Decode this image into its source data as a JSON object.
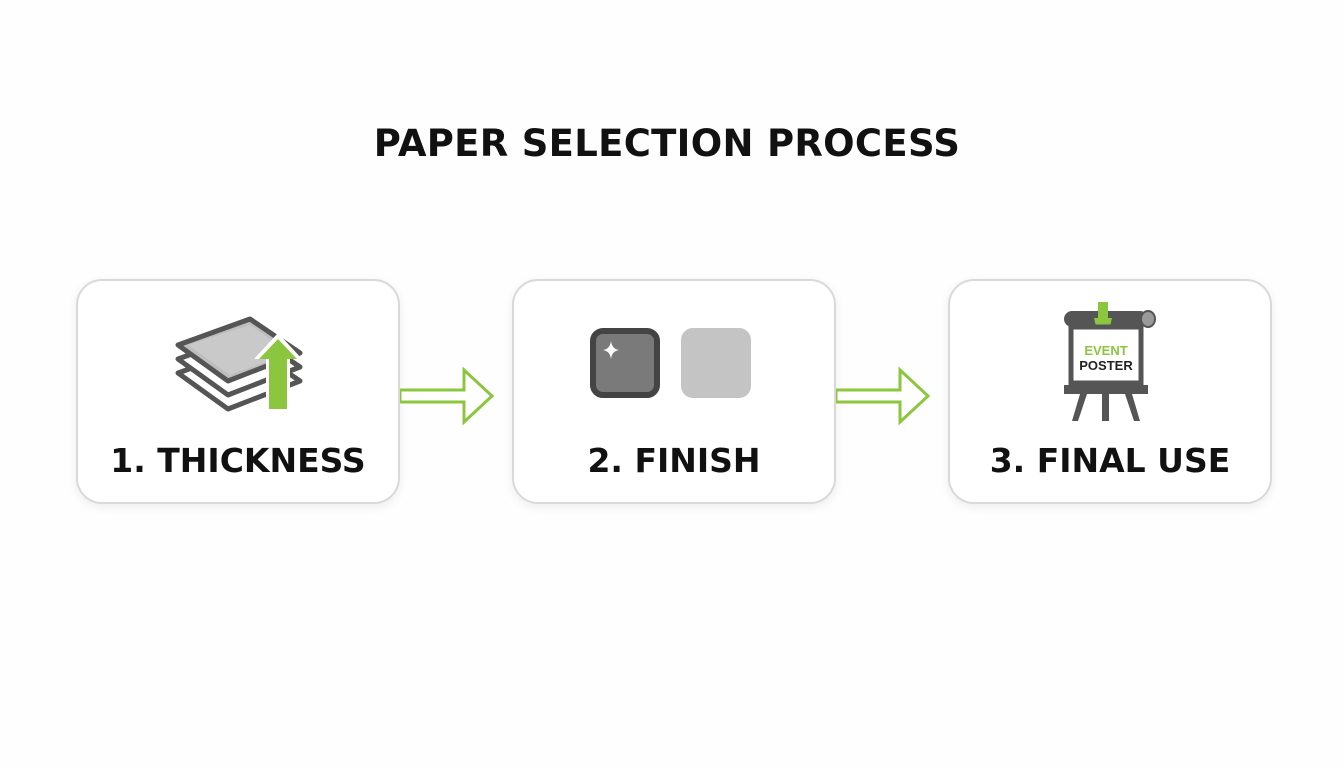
{
  "title": "PAPER SELECTION PROCESS",
  "steps": [
    {
      "label": "1. THICKNESS",
      "icon": "stacked-paper-up-arrow-icon"
    },
    {
      "label": "2. FINISH",
      "icon": "paper-finish-swatches-icon"
    },
    {
      "label": "3. FINAL USE",
      "icon": "poster-easel-icon",
      "poster_line1": "EVENT",
      "poster_line2": "POSTER"
    }
  ],
  "colors": {
    "accent": "#8cc63f",
    "dark": "#555555",
    "text": "#111111",
    "border": "#d9d9d9"
  }
}
